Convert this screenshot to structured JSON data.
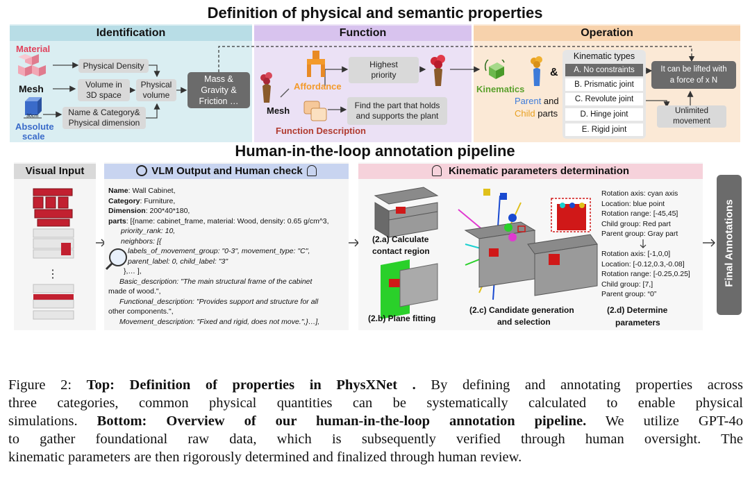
{
  "top_title": "Definition of physical and semantic properties",
  "sections": {
    "identification": "Identification",
    "function": "Function",
    "operation": "Operation"
  },
  "ident": {
    "material": "Material",
    "mesh": "Mesh",
    "absolute_scale_1": "Absolute",
    "absolute_scale_2": "scale",
    "dim_tag": "30cm",
    "physical_density": "Physical Density",
    "volume_3d_1": "Volume in",
    "volume_3d_2": "3D space",
    "physical_volume_1": "Physical",
    "physical_volume_2": "volume",
    "name_cat_1": "Name & Category&",
    "name_cat_2": "Physical dimension",
    "mass_1": "Mass &",
    "mass_2": "Gravity &",
    "mass_3": "Friction …"
  },
  "func": {
    "mesh": "Mesh",
    "affordance": "Affordance",
    "highest_1": "Highest",
    "highest_2": "priority",
    "find_1": "Find the part that holds",
    "find_2": "and supports the plant",
    "function_description": "Function Description"
  },
  "oper": {
    "kinematics": "Kinematics",
    "amp": "&",
    "parent": "Parent",
    "and": " and",
    "child": "Child",
    "parts": " parts",
    "kinematic_types": "Kinematic types",
    "types": [
      "A. No constraints",
      "B. Prismatic joint",
      "C. Revolute joint",
      "D. Hinge joint",
      "E. Rigid joint"
    ],
    "lift_1": "It can be lifted with",
    "lift_2": "a force of x N",
    "unlimited_1": "Unlimited",
    "unlimited_2": "movement"
  },
  "pipeline_title": "Human-in-the-loop annotation pipeline",
  "pipeline": {
    "visual_input": "Visual Input",
    "vlm_header": "VLM Output and Human check",
    "kinematic_header": "Kinematic parameters determination",
    "final": "Final Annotations",
    "ellipsis": "⋮"
  },
  "vlm": {
    "name_key": "Name",
    "name_val": ": Wall Cabinet,",
    "category_key": "Category",
    "category_val": ": Furniture,",
    "dimension_key": "Dimension",
    "dimension_val": ": 200*40*180,",
    "parts_key": "parts",
    "parts_line": ": [{name: cabinet_frame, material: Wood, density: 0.65 g/cm^3,",
    "priority": "priority_rank: 10,",
    "neighbors": "neighbors: [{",
    "labels": "labels_of_movement_group: \"0-3\", movement_type: \"C\",",
    "parent": "parent_label: 0, child_label: \"3\"",
    "close": "},… ],",
    "basic_1": "Basic_description: \"The main structural frame of the cabinet",
    "basic_2": "made of wood.\",",
    "func_1": "Functional_description: \"Provides support and structure for all",
    "func_2": "other components.\",",
    "move": "Movement_description: \"Fixed and rigid, does not move.\",}…],"
  },
  "steps": {
    "s2a_1": "(2.a) Calculate",
    "s2a_2": "contact region",
    "s2b": "(2.b) Plane fitting",
    "s2c_1": "(2.c) Candidate generation",
    "s2c_2": "and selection",
    "s2d_1": "(2.d) Determine",
    "s2d_2": "parameters"
  },
  "params1": [
    "Rotation axis: cyan axis",
    "Location: blue point",
    "Rotation range: [-45,45]",
    "Child group: Red part",
    "Parent group: Gray part"
  ],
  "params2": [
    "Rotation axis: [-1,0,0]",
    "Location: [-0.12,0.3,-0.08]",
    "Rotation range: [-0.25,0.25]",
    "Child group: [7,]",
    "Parent group: “0”"
  ],
  "caption": {
    "l1_a": "Figure 2: ",
    "l1_b": "Top: Definition of properties in PhysXNet .",
    "l1_c": " By defining and annotating properties across",
    "l2": "three categories, common physical quantities can be systematically calculated to enable physical",
    "l3_a": "simulations. ",
    "l3_b": "Bottom: Overview of our human-in-the-loop annotation pipeline.",
    "l3_c": " We utilize GPT-4o",
    "l4": "to gather foundational raw data, which is subsequently verified through human oversight.  The",
    "l5": "kinematic parameters are then rigorously determined and finalized through human review."
  },
  "colors": {
    "ident_bg": "#daeef2",
    "func_bg": "#ebe1f5",
    "oper_bg": "#fbe9d6",
    "vlm_bg": "#dfe6f7",
    "kin_bg": "#f8dfe5",
    "affordance": "#f39a2b",
    "kinematics": "#5aa02c",
    "parent_blue": "#3d7bd9",
    "child_orange": "#e8a020",
    "material_red": "#e0405a",
    "scale_blue": "#3a6bc9"
  }
}
